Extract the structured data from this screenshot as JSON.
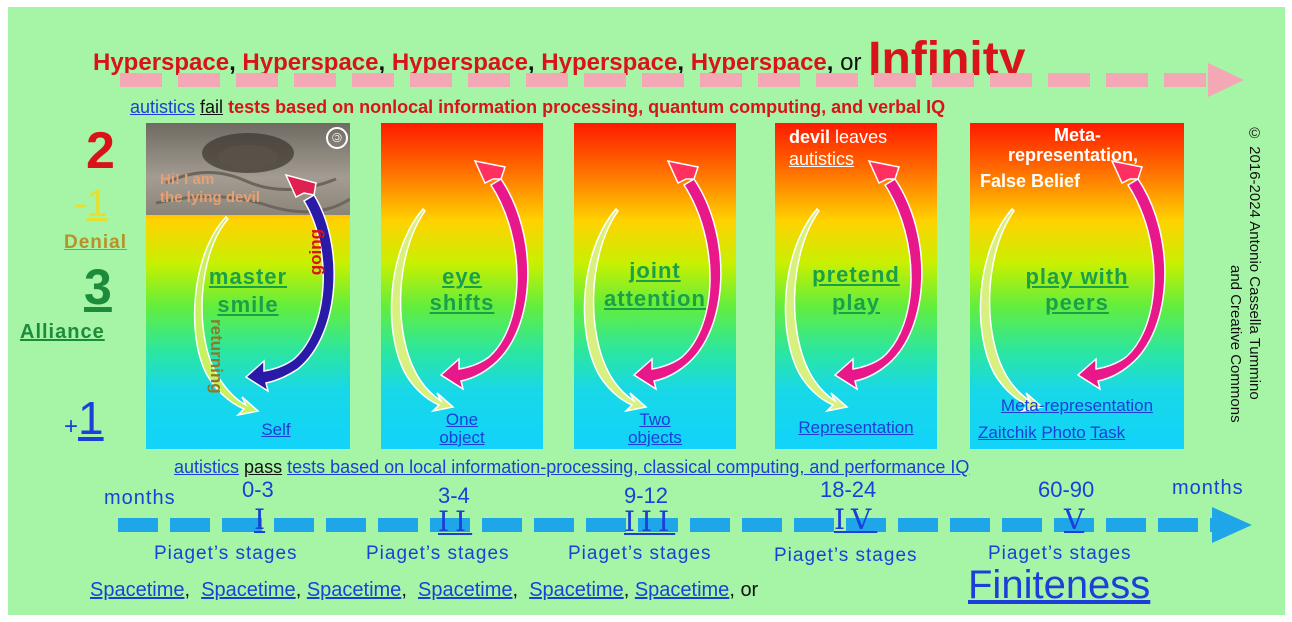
{
  "top": {
    "hyperspace": [
      "Hyperspace",
      "Hyperspace",
      "Hyperspace",
      "Hyperspace",
      "Hyperspace"
    ],
    "separator": ",",
    "or": "or",
    "infinity": "Infinity"
  },
  "fail_line": {
    "autistics": "autistics",
    "fail": "fail",
    "rest": "tests based on nonlocal information processing, quantum computing, and verbal IQ"
  },
  "left_column": {
    "two": "2",
    "minus_prefix": "-",
    "minus_one": "1",
    "denial": "Denial",
    "three": "3",
    "alliance": "Alliance",
    "plus_prefix": "+",
    "plus_one": "1"
  },
  "panels": [
    {
      "label1": "master",
      "label2": "smile",
      "bottom1": "Self",
      "bottom2": ""
    },
    {
      "label1": "eye",
      "label2": "shifts",
      "bottom1": "One",
      "bottom2": "object"
    },
    {
      "label1": "joint",
      "label2": "attention",
      "bottom1": "Two",
      "bottom2": "objects"
    },
    {
      "label1": "pretend",
      "label2": "play",
      "bottom1": "Representation",
      "bottom2": ""
    },
    {
      "label1": "play with",
      "label2": "peers",
      "bottom1": "Meta-representation",
      "bottom2": ""
    }
  ],
  "devil_image": {
    "text1": "Hi! I am",
    "text2": "the lying devil",
    "going": "going",
    "returning": "returning"
  },
  "panel4_top": {
    "devil": "devil",
    "leaves": "leaves",
    "autistics": "autistics"
  },
  "panel5_top": {
    "line1": "Meta-",
    "line2": "representation,",
    "line3": "False Belief"
  },
  "zaitchik": {
    "a": "Zaitchik",
    "b": "Photo",
    "c": "Task"
  },
  "copyright": {
    "line1": "© 2016-2024 Antonio Cassella Tummino",
    "line2": "and Creative Commons"
  },
  "pass_line": {
    "autistics": "autistics",
    "pass": "pass",
    "rest": "tests based on local information-processing, classical computing, and performance IQ"
  },
  "timeline": {
    "months_left": "months",
    "months_right": "months",
    "stages": [
      {
        "age": "0-3",
        "roman": "I",
        "label": "Piaget’s stages"
      },
      {
        "age": "3-4",
        "roman": "II",
        "label": "Piaget’s stages"
      },
      {
        "age": "9-12",
        "roman": "III",
        "label": "Piaget’s stages"
      },
      {
        "age": "18-24",
        "roman": "IV",
        "label": "Piaget’s stages"
      },
      {
        "age": "60-90",
        "roman": "V",
        "label": "Piaget’s stages"
      }
    ]
  },
  "bottom": {
    "spacetime": [
      "Spacetime",
      "Spacetime",
      "Spacetime",
      "Spacetime",
      "Spacetime",
      "Spacetime"
    ],
    "separator": ",",
    "or": "or",
    "finiteness": "Finiteness"
  },
  "colors": {
    "background": "#a6f5a6",
    "red_text": "#d8141a",
    "blue_text": "#1b3fd8",
    "green_label": "#1aa04a",
    "pink_arrow": "#f4a7b4",
    "blue_arrow": "#1fa6e8"
  },
  "icons": [
    "copyleft-icon",
    "curved-arrow-icon",
    "dashed-arrow-right-icon"
  ]
}
